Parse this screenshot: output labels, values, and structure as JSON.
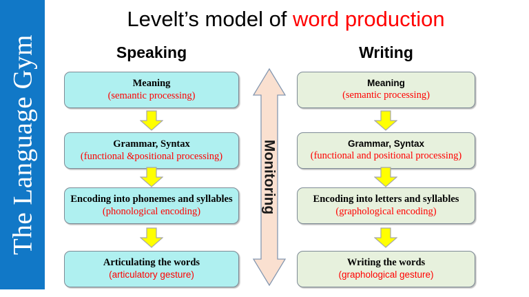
{
  "brand": {
    "name": "The Language Gym",
    "color": "#1178c7"
  },
  "title": {
    "plain": "Levelt’s model of ",
    "accent": "word production",
    "accent_color": "#ff0000"
  },
  "columns": {
    "speaking": {
      "header": "Speaking",
      "fill_color": "#aff0f0",
      "steps": [
        {
          "main": "Meaning",
          "sub": "(semantic processing)"
        },
        {
          "main": "Grammar, Syntax",
          "sub": "(functional &positional processing)"
        },
        {
          "main": "Encoding into phonemes and syllables",
          "sub": "(phonological encoding)"
        },
        {
          "main": "Articulating the words",
          "sub": "(articulatory gesture)"
        }
      ]
    },
    "writing": {
      "header": "Writing",
      "fill_color": "#e7f1dd",
      "steps": [
        {
          "main": "Meaning",
          "sub": "(semantic processing)"
        },
        {
          "main": "Grammar, Syntax",
          "sub": "(functional and positional processing)"
        },
        {
          "main": "Encoding into letters and syllables",
          "sub": "(graphological encoding)"
        },
        {
          "main": "Writing  the words",
          "sub": "(graphological gesture)"
        }
      ]
    }
  },
  "monitoring": {
    "label": "Monitoring",
    "fill_color": "#fae0d0",
    "stroke_color": "#8497b0"
  },
  "connector": {
    "icon": "arrow-down-icon",
    "fill_color": "#ffff00",
    "stroke_color": "#a6a6a6"
  }
}
